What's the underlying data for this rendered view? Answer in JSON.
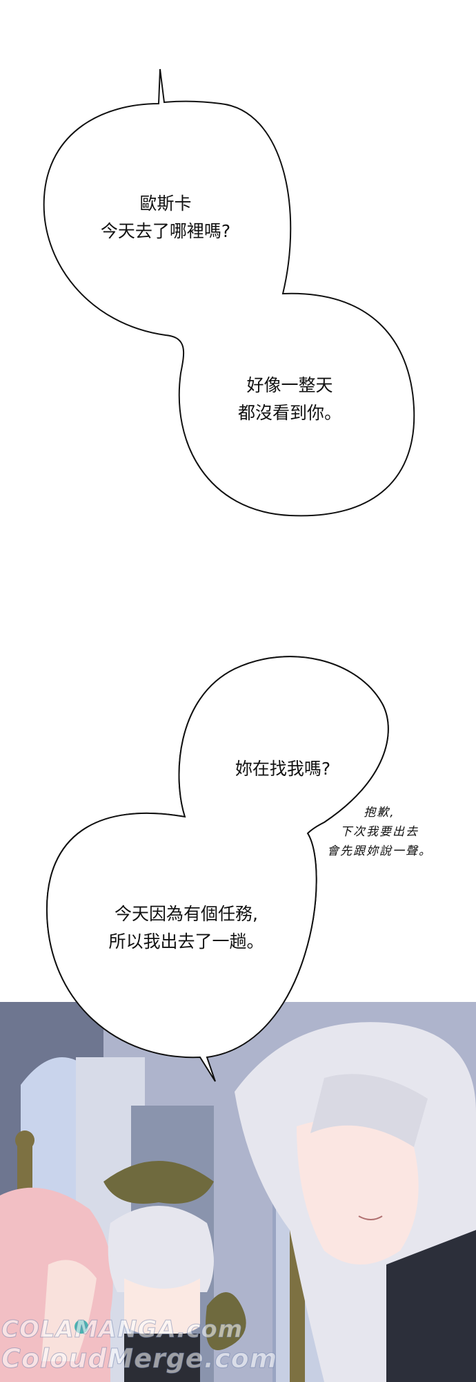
{
  "panel_top": {
    "bubble_1": {
      "line_1": "歐斯卡",
      "line_2": "今天去了哪裡嗎?"
    },
    "bubble_2": {
      "line_1": "好像一整天",
      "line_2": "都沒看到你。"
    }
  },
  "panel_bottom": {
    "bubble_3": {
      "line_1": "妳在找我嗎?"
    },
    "aside_text": {
      "line_1": "抱歉,",
      "line_2": "下次我要出去",
      "line_3": "會先跟妳說一聲。"
    },
    "bubble_4": {
      "line_1": "今天因為有個任務,",
      "line_2": "所以我出去了一趟。"
    }
  },
  "watermark": {
    "line_1": "COLAMANGA.com",
    "line_2": "ColoudMerge.com"
  },
  "colors": {
    "ink": "#111111",
    "scene_bg": "#b7bdd3",
    "hair_pink": "#f2bfc4",
    "hair_silver": "#e6e6ee"
  }
}
